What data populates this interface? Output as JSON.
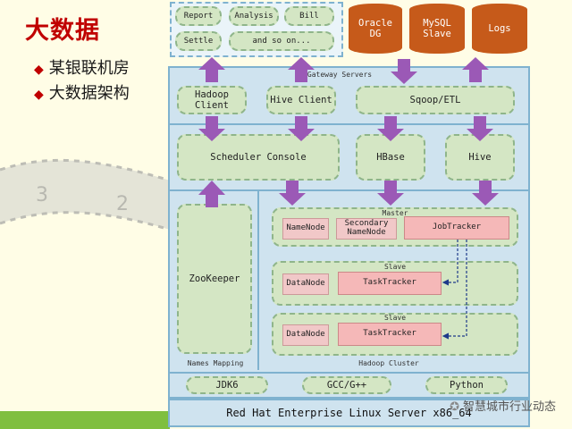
{
  "title": "大数据",
  "bullets": [
    "某银联机房",
    "大数据架构"
  ],
  "apps": [
    "Report",
    "Analysis",
    "Bill",
    "Settle",
    "and so on..."
  ],
  "sources": [
    "Oracle DG",
    "MySQL Slave",
    "Logs"
  ],
  "gateway_label": "Gateway Servers",
  "gateway_items": [
    "Hadoop Client",
    "Hive Client",
    "Sqoop/ETL"
  ],
  "scheduler": "Scheduler Console",
  "hbase": "HBase",
  "hive": "Hive",
  "zookeeper": "ZooKeeper",
  "names_mapping": "Names Mapping",
  "master": {
    "label": "Master",
    "namenode": "NameNode",
    "secondary": "Secondary NameNode",
    "jobtracker": "JobTracker"
  },
  "slave_label": "Slave",
  "datanode": "DataNode",
  "tasktracker": "TaskTracker",
  "cluster_label": "Hadoop Cluster",
  "runtimes": [
    "JDK6",
    "GCC/G++",
    "Python"
  ],
  "os": "Red Hat Enterprise Linux Server x86_64",
  "watermark": "智慧城市行业动态",
  "colors": {
    "title": "#c00000",
    "arrow": "#9b59b6",
    "panel": "#cfe3ef",
    "box": "#d4e6c4",
    "cylinder": "#c65a1a"
  }
}
